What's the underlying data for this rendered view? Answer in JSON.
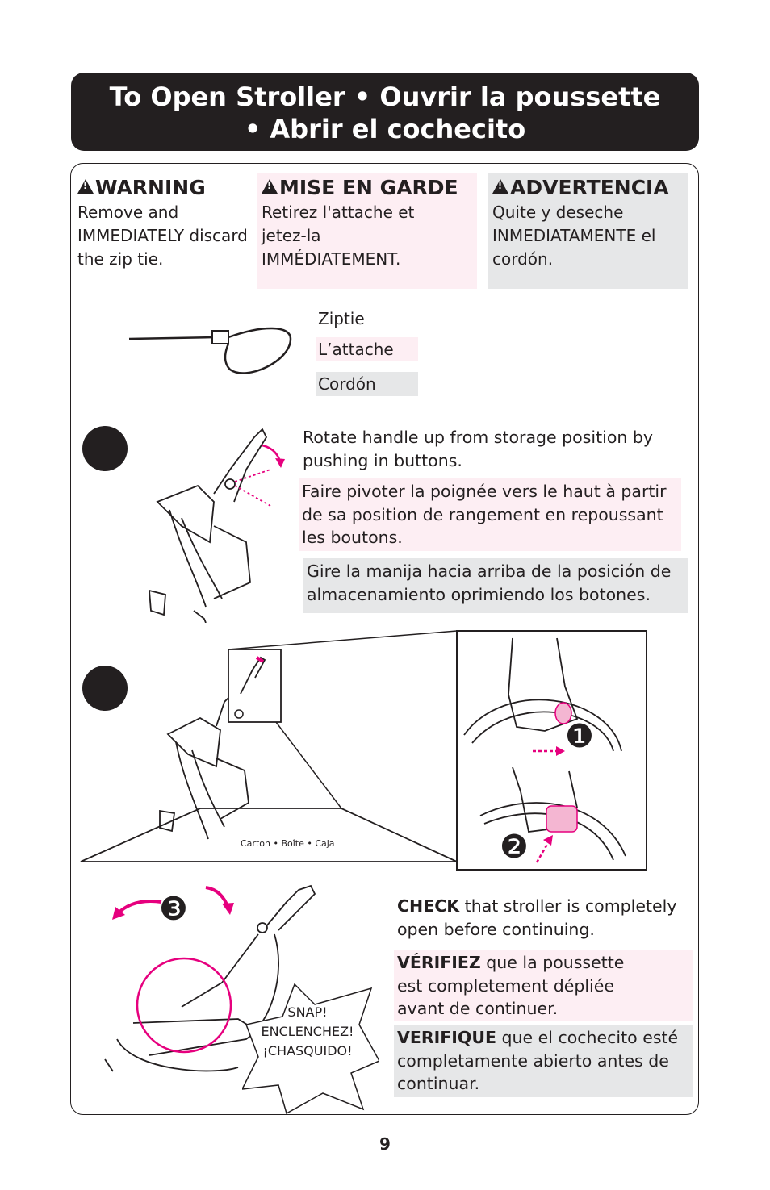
{
  "title": {
    "line1": "To Open Stroller • Ouvrir la poussette",
    "line2": "• Abrir el cochecito"
  },
  "warnings": [
    {
      "heading": "WARNING",
      "text": "Remove and IMMEDIATELY discard the zip tie."
    },
    {
      "heading": "MISE EN GARDE",
      "text": "Retirez l'attache et jetez-la IMMÉDIATEMENT."
    },
    {
      "heading": "ADVERTENCIA",
      "text": "Quite y deseche INMEDIATAMENTE el cordón."
    }
  ],
  "ziptie_labels": [
    "Ziptie",
    "L’attache",
    "Cordón"
  ],
  "step1": {
    "en": "Rotate handle up from storage position by pushing in buttons.",
    "fr": "Faire pivoter la poignée vers le haut à partir de sa position de rangement en repoussant les boutons.",
    "es": "Gire la manija hacia arriba de la posición de almacenamiento oprimiendo los botones."
  },
  "step2": {
    "box_caption": "Carton  •  Boîte  •  Caja",
    "callout1": "❶",
    "callout2": "❷"
  },
  "step3": {
    "callout": "❸",
    "snap": [
      "SNAP!",
      "ENCLENCHEZ!",
      "¡CHASQUIDO!"
    ],
    "en_bold": "CHECK",
    "en_rest": " that stroller is completely open before continuing.",
    "fr_bold": "VÉRIFIEZ",
    "fr_rest": " que la poussette est completement dépliée avant de continuer.",
    "es_bold": "VERIFIQUE",
    "es_rest": " que el cochecito esté completamente abierto antes de continuar."
  },
  "page_number": "9",
  "colors": {
    "accent": "#e6007e",
    "pink_bg": "#fdeef3",
    "gray_bg": "#e6e7e8",
    "ink": "#231f20"
  }
}
